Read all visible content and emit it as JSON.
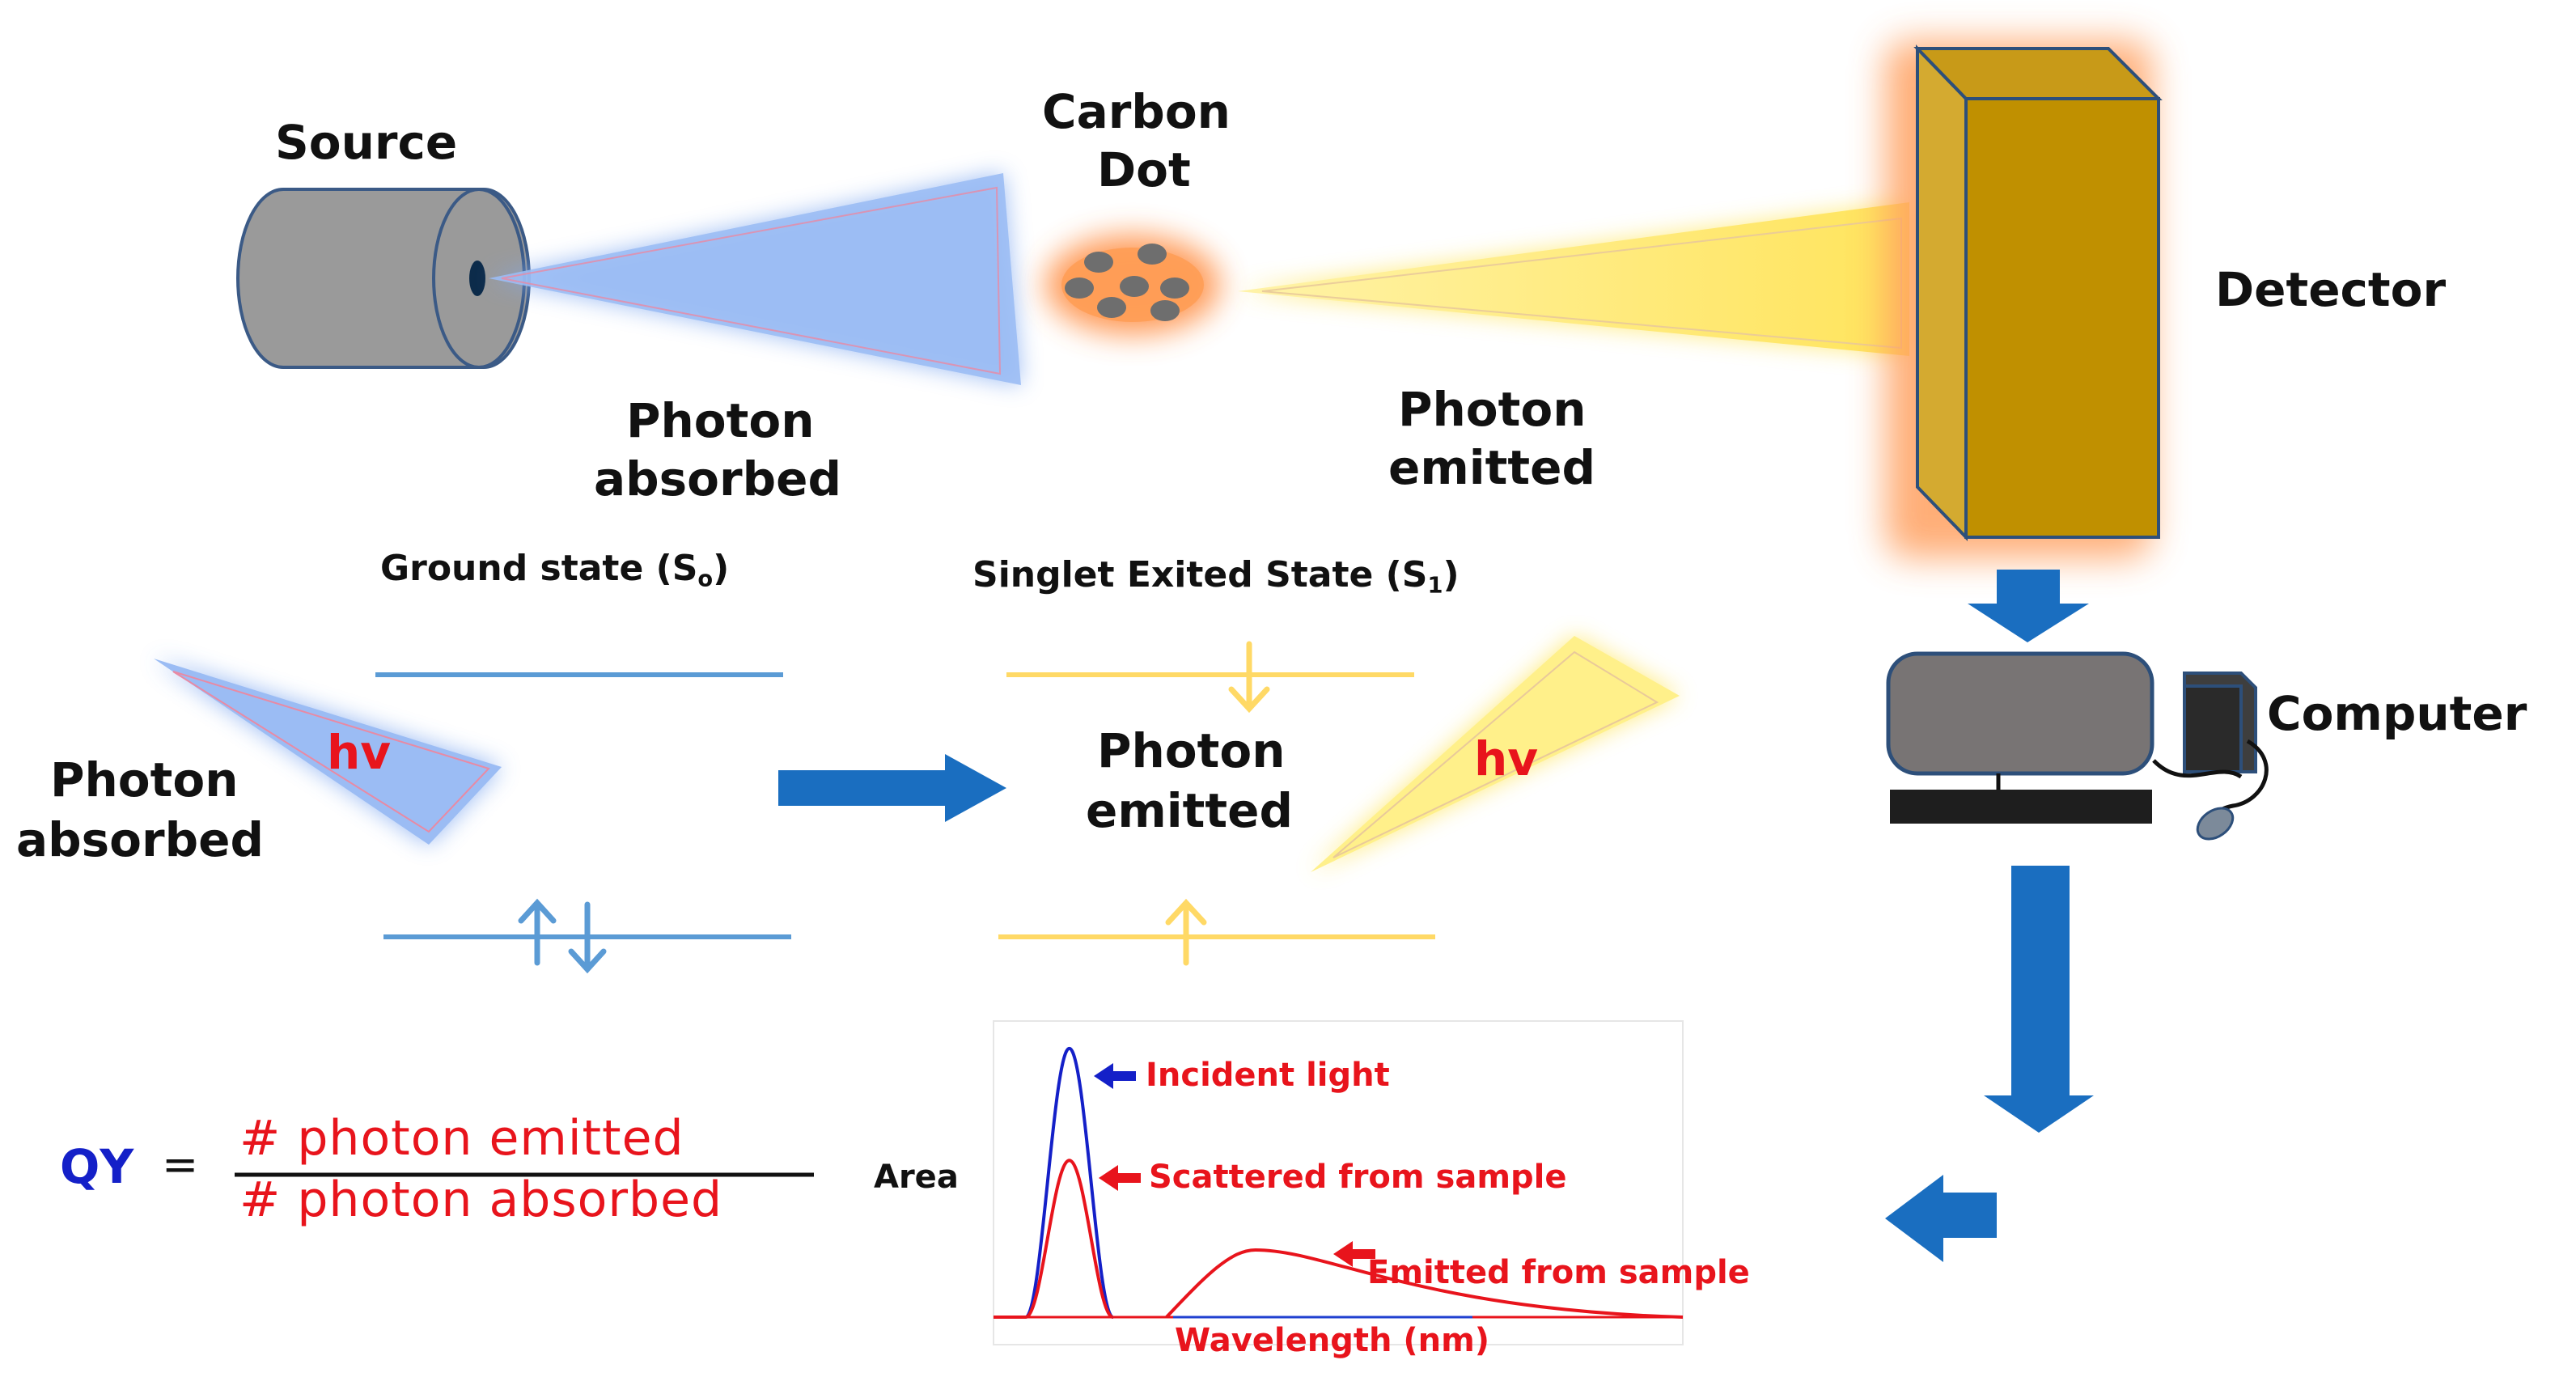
{
  "labels": {
    "source": "Source",
    "carbon_dot_line1": "Carbon",
    "carbon_dot_line2": "Dot",
    "detector": "Detector",
    "photon_absorbed_top_line1": "Photon",
    "photon_absorbed_top_line2": "absorbed",
    "photon_emitted_top_line1": "Photon",
    "photon_emitted_top_line2": "emitted",
    "ground_state": "Ground state (S",
    "ground_state_sub": "o",
    "ground_state_close": ")",
    "singlet_state": "Singlet Exited State (S",
    "singlet_state_sub": "1",
    "singlet_state_close": ")",
    "photon_absorbed_left_line1": "Photon",
    "photon_absorbed_left_line2": "absorbed",
    "hv_left": "hv",
    "photon_emitted_mid_line1": "Photon",
    "photon_emitted_mid_line2": "emitted",
    "hv_right": "hv",
    "computer": "Computer"
  },
  "formula": {
    "lhs": "QY",
    "equals": "=",
    "numerator": "# photon emitted",
    "denominator": "# photon absorbed"
  },
  "colors": {
    "absorbed_blue": "#7fa8f0",
    "emitted_yellow": "#ffe36a",
    "arrow_blue": "#1a6ec0",
    "level_blue": "#5b9bd5",
    "level_yellow": "#ffd966",
    "detector_gold": "#c09000",
    "chart_red": "#e8141c",
    "chart_blue": "#1420c8"
  },
  "chart_data": {
    "type": "line",
    "title": "",
    "xlabel": "Wavelength (nm)",
    "ylabel": "Area",
    "x_unit": "nm",
    "annotations": [
      "Incident light",
      "Scattered from sample",
      "Emitted from sample"
    ],
    "series": [
      {
        "annotation": "Incident light",
        "color": "#1420c8",
        "shape": "narrow peak",
        "relative_x": 0.11,
        "relative_height": 0.96
      },
      {
        "annotation": "Scattered from sample",
        "color": "#e8141c",
        "shape": "narrow peak",
        "relative_x": 0.11,
        "relative_height": 0.56
      },
      {
        "annotation": "Emitted from sample",
        "color": "#e8141c",
        "shape": "broad skewed peak",
        "relative_x": 0.38,
        "relative_height": 0.24
      }
    ],
    "ticks": "none",
    "grid": false
  }
}
